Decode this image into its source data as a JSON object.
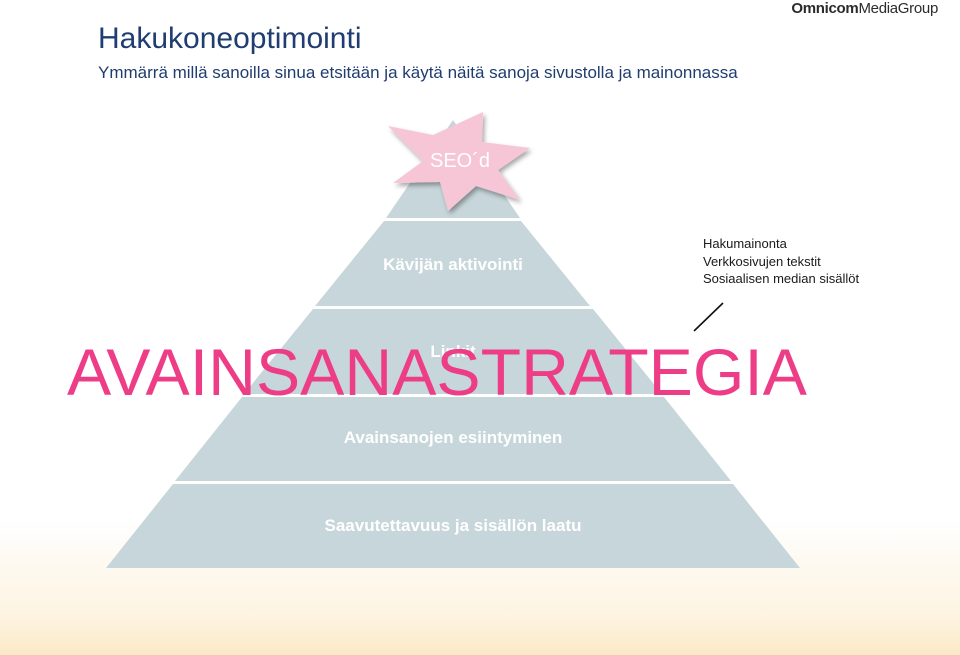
{
  "header": {
    "title": "Hakukoneoptimointi",
    "subtitle": "Ymmärrä millä sanoilla sinua etsitään ja käytä näitä sanoja sivustolla ja mainonnassa",
    "logo_bold": "Omnicom",
    "logo_regular": "MediaGroup"
  },
  "pyramid": {
    "badge": "SEO´d",
    "levels": [
      {
        "label": "Kävijän aktivointi"
      },
      {
        "label": "Linkit"
      },
      {
        "label": "Avainsanojen esiintyminen"
      },
      {
        "label": "Saavutettavuus ja sisällön laatu"
      }
    ],
    "overlay_text": "AVAINSANASTRATEGIA"
  },
  "notes": {
    "items": [
      "Hakumainonta",
      "Verkkosivujen tekstit",
      "Sosiaalisen median sisällöt"
    ]
  },
  "colors": {
    "title": "#1f3d70",
    "pyramid_fill": "#c7d6da",
    "pyramid_text": "#ffffff",
    "badge_fill": "#f6c6d6",
    "badge_text": "#ffffff",
    "overlay_text": "#ee3d87"
  }
}
